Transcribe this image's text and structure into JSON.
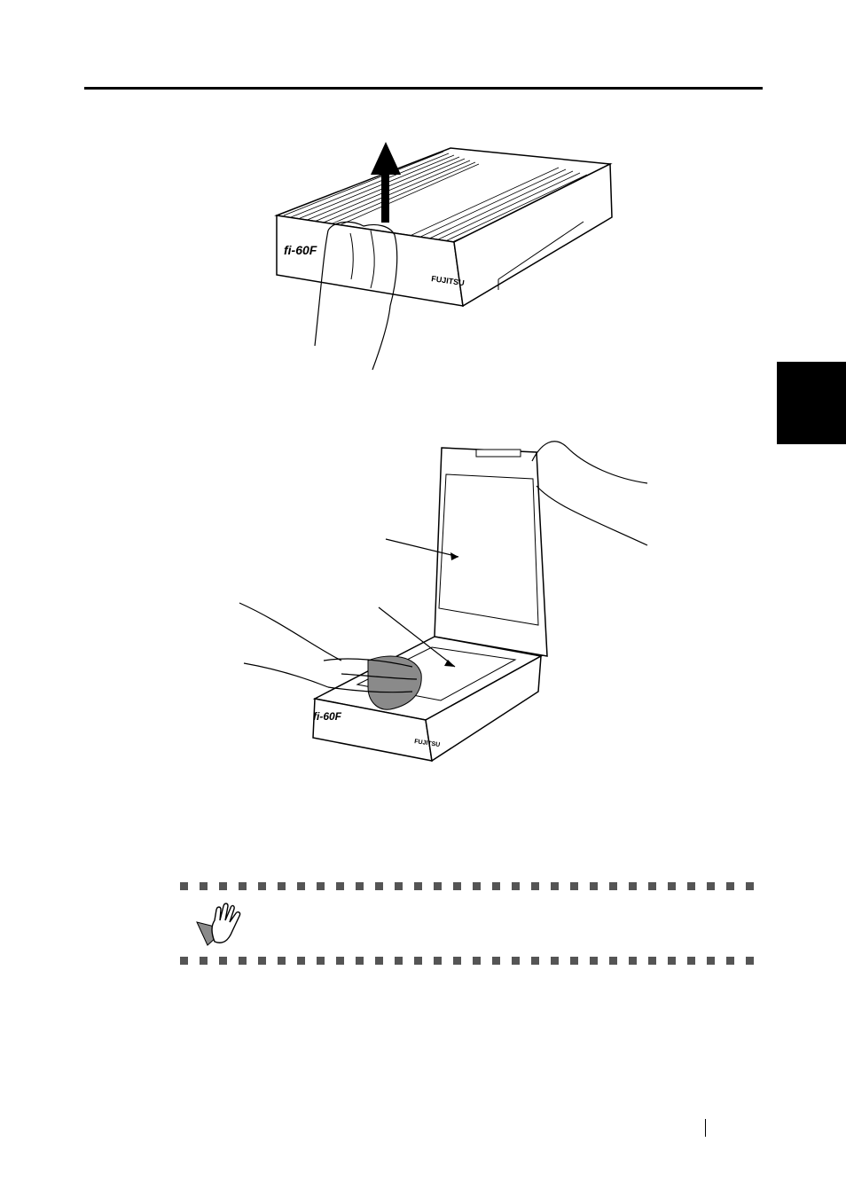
{
  "page": {
    "header_rule": true,
    "side_tab_color": "#000000"
  },
  "figure1": {
    "brand_logo_text": "FUJITSU",
    "model_logo_text": "fi-60F",
    "icons": [
      "up-arrow-icon",
      "hand-icon"
    ]
  },
  "figure2": {
    "brand_logo_text": "FUJITSU",
    "model_logo_text": "fi-60F",
    "icons": [
      "hand-icon",
      "cloth-icon"
    ]
  },
  "hint": {
    "icon": "attention-hand-icon"
  }
}
